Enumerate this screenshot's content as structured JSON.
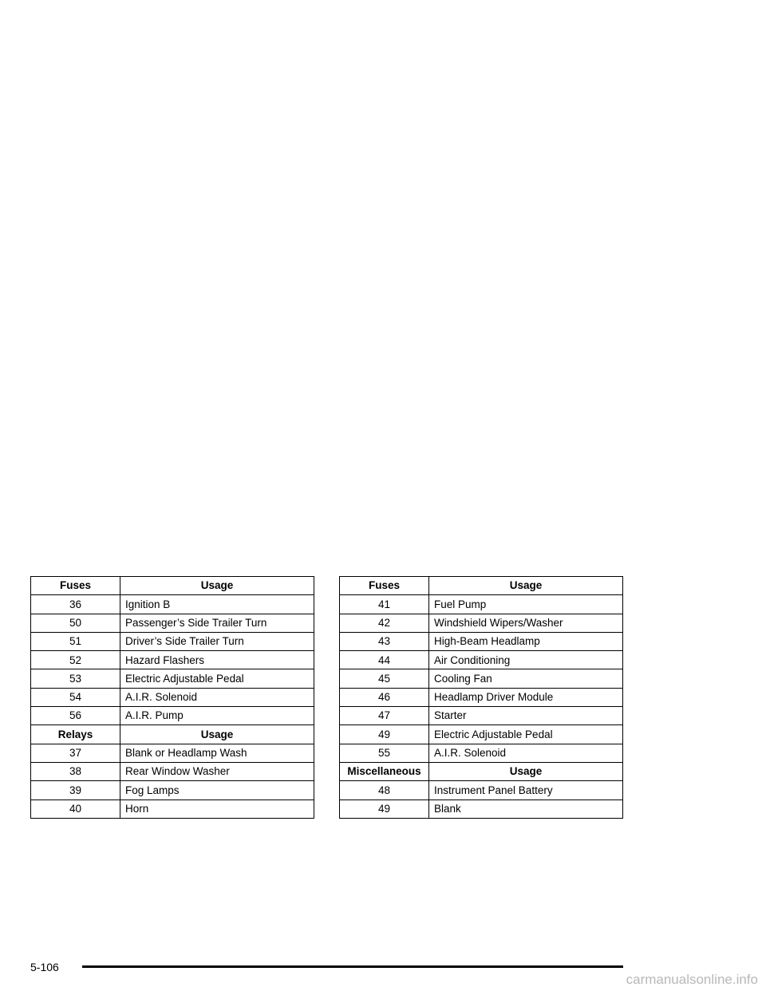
{
  "tables": {
    "left": [
      {
        "header": true,
        "col1": "Fuses",
        "col2": "Usage"
      },
      {
        "col1": "36",
        "col2": "Ignition B"
      },
      {
        "col1": "50",
        "col2": "Passenger’s Side Trailer Turn"
      },
      {
        "col1": "51",
        "col2": "Driver’s Side Trailer Turn"
      },
      {
        "col1": "52",
        "col2": "Hazard Flashers"
      },
      {
        "col1": "53",
        "col2": "Electric Adjustable Pedal"
      },
      {
        "col1": "54",
        "col2": "A.I.R. Solenoid"
      },
      {
        "col1": "56",
        "col2": "A.I.R. Pump"
      },
      {
        "header": true,
        "col1": "Relays",
        "col2": "Usage"
      },
      {
        "col1": "37",
        "col2": "Blank or Headlamp Wash"
      },
      {
        "col1": "38",
        "col2": "Rear Window Washer"
      },
      {
        "col1": "39",
        "col2": "Fog Lamps"
      },
      {
        "col1": "40",
        "col2": "Horn"
      }
    ],
    "right": [
      {
        "header": true,
        "col1": "Fuses",
        "col2": "Usage"
      },
      {
        "col1": "41",
        "col2": "Fuel Pump"
      },
      {
        "col1": "42",
        "col2": "Windshield Wipers/Washer"
      },
      {
        "col1": "43",
        "col2": "High-Beam Headlamp"
      },
      {
        "col1": "44",
        "col2": "Air Conditioning"
      },
      {
        "col1": "45",
        "col2": "Cooling Fan"
      },
      {
        "col1": "46",
        "col2": "Headlamp Driver Module"
      },
      {
        "col1": "47",
        "col2": "Starter"
      },
      {
        "col1": "49",
        "col2": "Electric Adjustable Pedal"
      },
      {
        "col1": "55",
        "col2": "A.I.R. Solenoid"
      },
      {
        "header": true,
        "col1": "Miscellaneous",
        "col2": "Usage"
      },
      {
        "col1": "48",
        "col2": "Instrument Panel Battery"
      },
      {
        "col1": "49",
        "col2": "Blank"
      }
    ]
  },
  "footer": {
    "page_number": "5-106",
    "watermark": "carmanualsonline.info"
  },
  "colors": {
    "text": "#000000",
    "watermark": "#b8b8b8"
  }
}
